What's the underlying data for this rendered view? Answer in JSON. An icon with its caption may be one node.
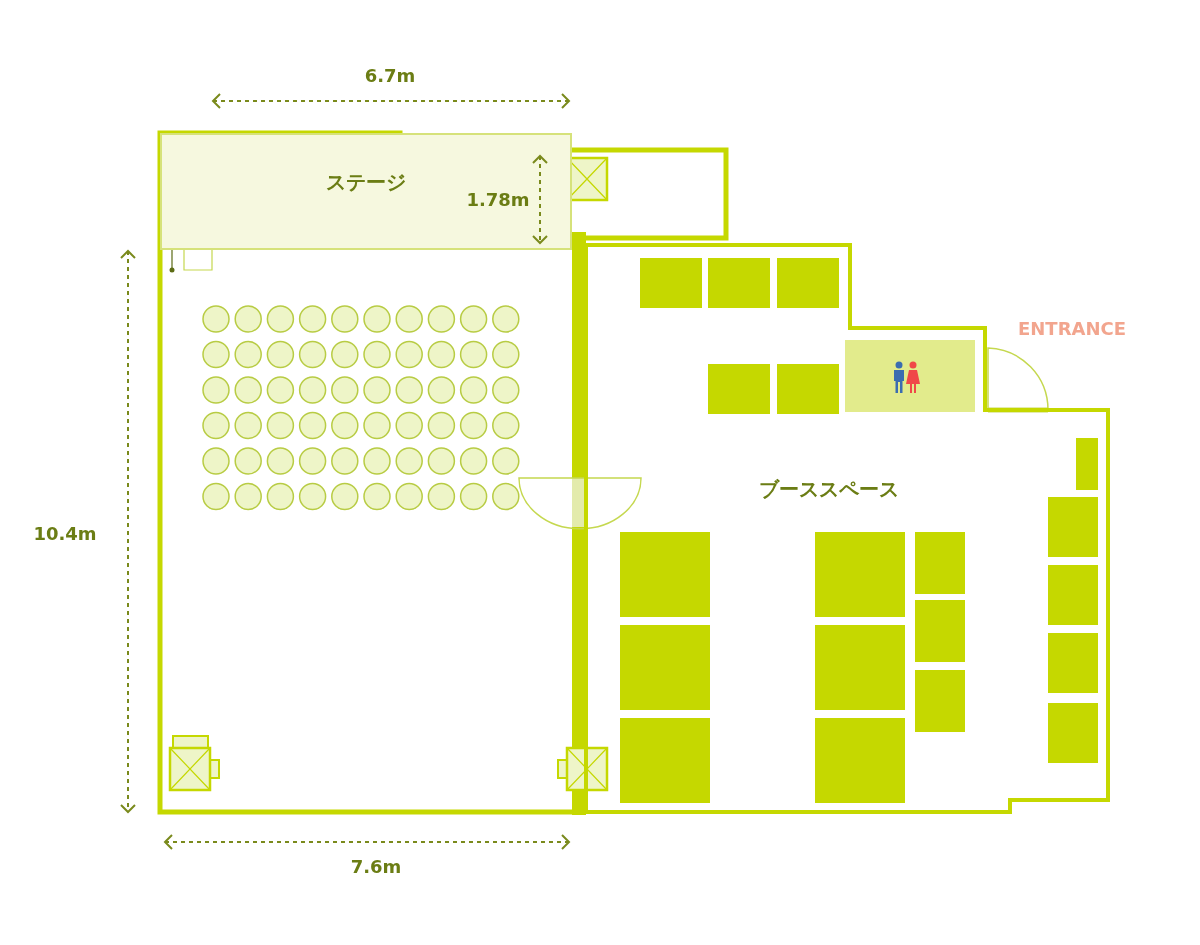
{
  "diagram": {
    "nodes": [
      {
        "text": [
          "ステージ"
        ]
      },
      {
        "text": [
          "ブーススペース"
        ]
      }
    ],
    "edges": [],
    "labels": [
      "6.7m",
      "1.78m",
      "10.4m",
      "7.6m",
      "ENTRANCE"
    ]
  }
}
